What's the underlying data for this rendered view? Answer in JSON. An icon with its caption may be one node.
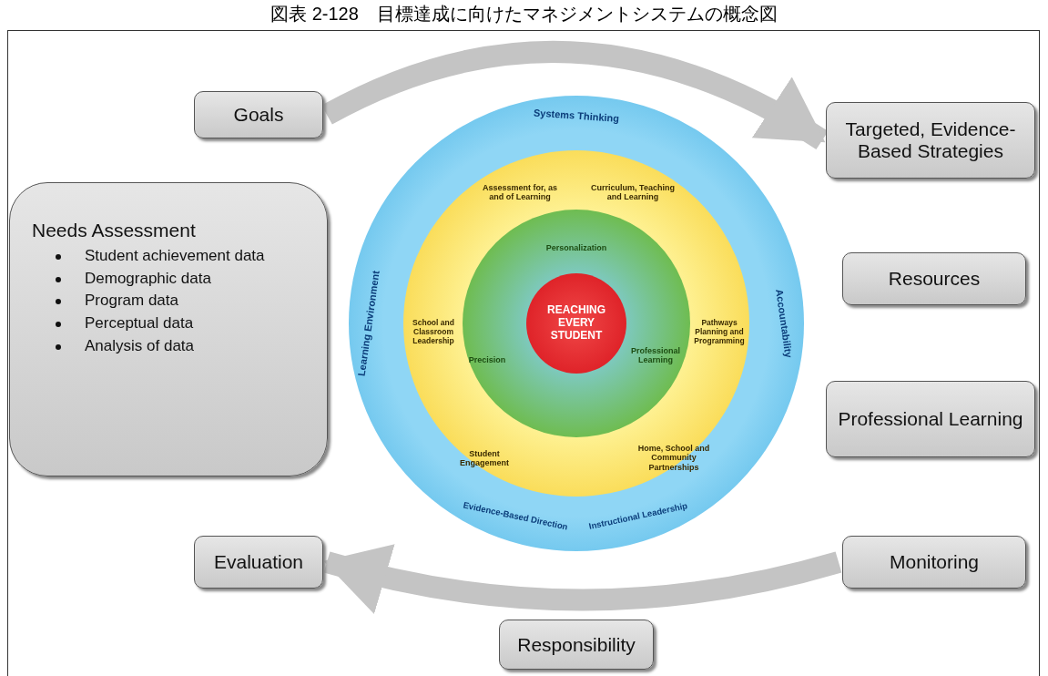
{
  "diagram": {
    "title": "図表 2-128　目標達成に向けたマネジメントシステムの概念図",
    "nodes": [
      {
        "text": [
          "Goals"
        ]
      },
      {
        "text": [
          "Targeted, Evidence-Based Strategies"
        ]
      },
      {
        "text": [
          "Resources"
        ]
      },
      {
        "text": [
          "Professional Learning"
        ]
      },
      {
        "text": [
          "Monitoring"
        ]
      },
      {
        "text": [
          "Responsibility"
        ]
      },
      {
        "text": [
          "Evaluation"
        ]
      },
      {
        "text": [
          "Needs Assessment",
          "Student achievement data",
          "Demographic data",
          "Program data",
          "Perceptual data",
          "Analysis of data"
        ]
      },
      {
        "text": [
          "Systems Thinking",
          "Learning Environment",
          "Accountability",
          "Evidence-Based Direction",
          "Instructional Leadership"
        ]
      },
      {
        "text": [
          "Assessment for, as and of Learning",
          "Curriculum, Teaching and Learning",
          "School and Classroom Leadership",
          "Pathways Planning and Programming",
          "Student Engagement",
          "Home, School and Community Partnerships"
        ],
        "in": 8
      },
      {
        "text": [
          "Personalization",
          "Precision",
          "Professional Learning"
        ],
        "in": 9
      },
      {
        "text": [
          "REACHING EVERY STUDENT"
        ],
        "in": 10
      }
    ],
    "edges": [
      {
        "from": 0,
        "to": 1,
        "arrow": "to"
      },
      {
        "from": 4,
        "to": 6,
        "arrow": "to"
      }
    ]
  }
}
